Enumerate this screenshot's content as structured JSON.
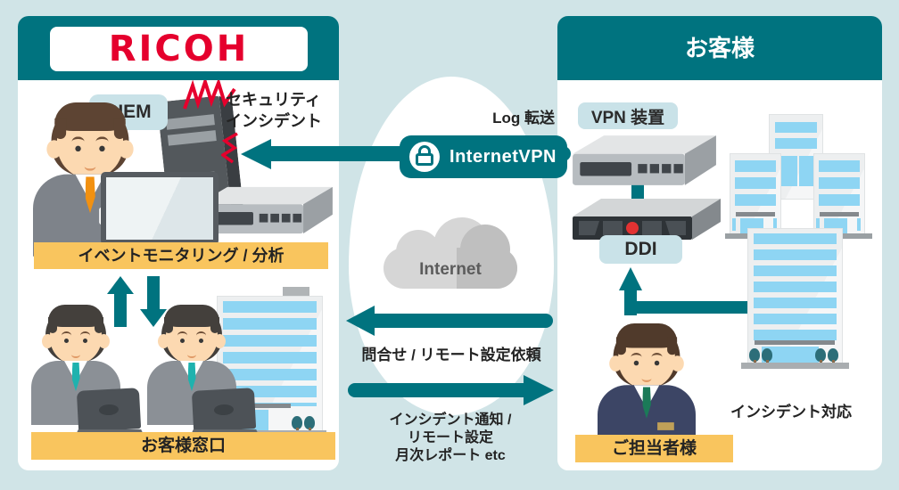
{
  "colors": {
    "background": "#d0e4e7",
    "accent_teal": "#00737f",
    "label_yellow": "#f9c55e",
    "chip_blue": "#c9e2e8",
    "ricoh_red": "#e5002d",
    "alert_red": "#e6002d",
    "window_blue": "#8ed5f3"
  },
  "icons": {
    "lock_icon": "padlock",
    "cloud_icon": "cloud",
    "alert_burst_icon": "red-zigzag-burst",
    "arrow_icon": "teal-block-arrow"
  },
  "left_panel": {
    "logo": "RICOH",
    "siem_chip": "SIEM",
    "incident_alert_line1": "セキュリティ",
    "incident_alert_line2": "インシデント",
    "monitoring_label": "イベントモニタリング / 分析",
    "desk_label": "お客様窓口"
  },
  "center": {
    "log_transfer_label": "Log 転送",
    "tunnel_label": "InternetVPN",
    "cloud_label": "Internet",
    "inquiry_label": "問合せ / リモート設定依頼",
    "notification_line1": "インシデント通知 /",
    "notification_line2": "リモート設定",
    "notification_line3": "月次レポート etc"
  },
  "right_panel": {
    "title": "お客様",
    "vpn_chip": "VPN 装置",
    "ddi_chip": "DDI",
    "contact_label": "ご担当者様",
    "response_label": "インシデント対応"
  }
}
